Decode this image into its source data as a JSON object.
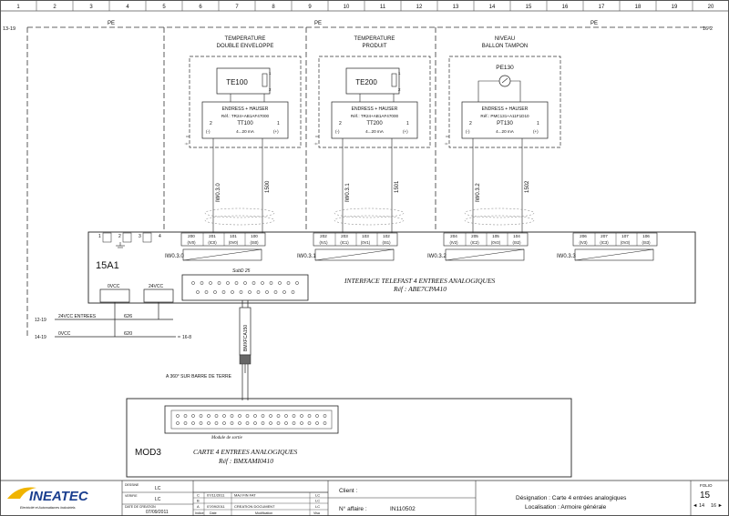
{
  "grid": {
    "columns": [
      "1",
      "2",
      "3",
      "4",
      "5",
      "6",
      "7",
      "8",
      "9",
      "10",
      "11",
      "12",
      "13",
      "14",
      "15",
      "16",
      "17",
      "18",
      "19",
      "20"
    ]
  },
  "bus": {
    "pe_label": "PE",
    "ref_in": "13-19",
    "ref_out": "16-2"
  },
  "sensors": [
    {
      "title1": "TEMPERATURE",
      "title2": "DOUBLE ENVELOPPE",
      "tag": "TE100",
      "maker": "ENDRESS + HAUSER",
      "ref": "Réf.: TR24+AB1AF47000",
      "tt": "TT100",
      "range": "4...20 mA",
      "pin2": "2",
      "pin1": "1",
      "pol_a": "(-)",
      "pol_b": "(+)",
      "wire": "IW0.3.0",
      "cable": "1500",
      "sub": "2"
    },
    {
      "title1": "TEMPERATURE",
      "title2": "PRODUIT",
      "tag": "TE200",
      "maker": "ENDRESS + HAUSER",
      "ref": "Réf.: TR24+AB1AF47000",
      "tt": "TT200",
      "range": "4...20 mA",
      "pin2": "2",
      "pin1": "1",
      "pol_a": "(-)",
      "pol_b": "(+)",
      "wire": "IW0.3.1",
      "cable": "1501",
      "sub": "2"
    },
    {
      "title1": "NIVEAU",
      "title2": "BALLON TAMPON",
      "tag": "PE130",
      "maker": "ENDRESS + HAUSER",
      "ref": "Réf.: PMC131+A11F1D10",
      "tt": "PT130",
      "range": "4...20 mA",
      "pin2": "2",
      "pin1": "1",
      "pol_a": "(-)",
      "pol_b": "(+)",
      "wire": "IW0.3.2",
      "cable": "1502",
      "sub": "2"
    }
  ],
  "module": {
    "name": "15A1",
    "interface_title": "INTERFACE TELEFAST 4 ENTREES ANALOGIQUES",
    "interface_ref": "Réf : ABE7CPA410",
    "header_pins": [
      "1",
      "2",
      "3",
      "4"
    ],
    "connector_label": "SubD 25",
    "supply_labels": [
      "0VCC",
      "24VCC"
    ],
    "channels": [
      {
        "label": "IW0.3.0",
        "pins": [
          {
            "n": "200",
            "s": "(IV0)"
          },
          {
            "n": "201",
            "s": "(IC0)"
          },
          {
            "n": "101",
            "s": "(0V0)"
          },
          {
            "n": "100",
            "s": "(IS0)"
          }
        ]
      },
      {
        "label": "IW0.3.1",
        "pins": [
          {
            "n": "202",
            "s": "(IV1)"
          },
          {
            "n": "203",
            "s": "(IC1)"
          },
          {
            "n": "103",
            "s": "(0V1)"
          },
          {
            "n": "102",
            "s": "(IS1)"
          }
        ]
      },
      {
        "label": "IW0.3.2",
        "pins": [
          {
            "n": "204",
            "s": "(IV2)"
          },
          {
            "n": "205",
            "s": "(IC2)"
          },
          {
            "n": "105",
            "s": "(0V2)"
          },
          {
            "n": "104",
            "s": "(IS2)"
          }
        ]
      },
      {
        "label": "IW0.3.3",
        "pins": [
          {
            "n": "206",
            "s": "(IV3)"
          },
          {
            "n": "207",
            "s": "(IC3)"
          },
          {
            "n": "107",
            "s": "(0V3)"
          },
          {
            "n": "106",
            "s": "(IS3)"
          }
        ]
      }
    ]
  },
  "supply": {
    "v24_label": "24VCC ENTREES",
    "v24_ref": "12-19",
    "v24_wire": "626",
    "v0_label": "0VCC",
    "v0_ref": "14-19",
    "v0_wire": "620",
    "v0_out": "16-8"
  },
  "cable": {
    "name": "BMXFCA150",
    "earth_note": "A 360° SUR BARRE DE TERRE"
  },
  "mod3": {
    "name": "MOD3",
    "connector_label": "Module de sortie",
    "title": "CARTE 4 ENTREES ANALOGIQUES",
    "ref": "Réf : BMXAMI0410"
  },
  "titleblock": {
    "logo": "INEATEC",
    "logo_sub": "Electricité et Automatismes Industriels",
    "dessine_label": "DESSINE",
    "dessine": "LC",
    "verifie_label": "VERIFIE",
    "verifie": "LC",
    "date_creation_label": "DATE DE CREATION",
    "date_creation": "07/09/2011",
    "revisions": [
      {
        "rev": "C",
        "date": "07/11/2011",
        "desc": "MAJ FIN FAT",
        "by": "LC"
      },
      {
        "rev": "B",
        "date": "",
        "desc": "",
        "by": "LC"
      },
      {
        "rev": "A",
        "date": "07/09/2011",
        "desc": "CREATION DOCUMENT",
        "by": "LC"
      }
    ],
    "rev_headers": [
      "Indice",
      "Date",
      "Modification",
      "Visa"
    ],
    "client_label": "Client :",
    "affaire_label": "N° affaire :",
    "affaire": "IN110502",
    "designation": "Désignation : Carte 4 entrées analogiques",
    "localisation": "Localisation : Armoire générale",
    "folio_label": "FOLIO",
    "folio": "15",
    "folio_prev": "◄ 14",
    "folio_next": "16 ►"
  }
}
